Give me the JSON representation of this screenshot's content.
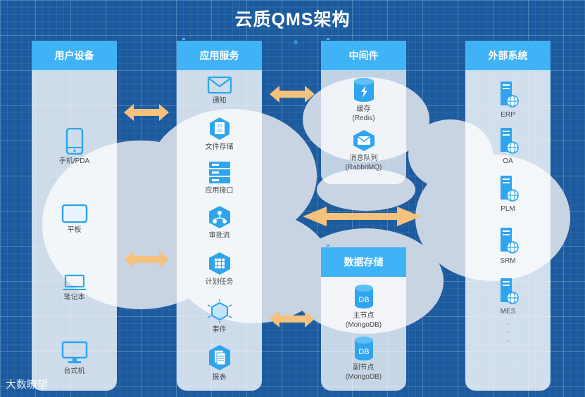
{
  "title": "云质QMS架构",
  "colors": {
    "header": "#3fb3f5",
    "arrow": "#f4c27c",
    "cloud": "#c9d4e3",
    "background": "#1d5b9f"
  },
  "panels": {
    "user_devices": {
      "title": "用户设备",
      "items": [
        {
          "label": "手机/PDA",
          "icon": "phone-icon"
        },
        {
          "label": "平板",
          "icon": "tablet-icon"
        },
        {
          "label": "笔记本",
          "icon": "laptop-icon"
        },
        {
          "label": "台式机",
          "icon": "desktop-icon"
        }
      ]
    },
    "app_services": {
      "title": "应用服务",
      "badge_icon": "docker-icon",
      "items": [
        {
          "label": "通知",
          "icon": "mail-icon"
        },
        {
          "label": "文件存储",
          "icon": "binary-file-icon"
        },
        {
          "label": "应用接口",
          "icon": "server-rack-icon"
        },
        {
          "label": "审批流",
          "icon": "workflow-icon"
        },
        {
          "label": "计划任务",
          "icon": "grid-task-icon"
        },
        {
          "label": "事件",
          "icon": "hexagon-event-icon"
        },
        {
          "label": "报表",
          "icon": "report-icon"
        }
      ]
    },
    "middleware": {
      "title": "中间件",
      "badge_icon": "docker-icon",
      "items": [
        {
          "label": "缓存",
          "sub": "(Redis)",
          "icon": "cache-cylinder-icon"
        },
        {
          "label": "消息队列",
          "sub": "(RabbitMQ)",
          "icon": "message-queue-icon"
        }
      ]
    },
    "data_storage": {
      "title": "数据存储",
      "badge_icon": "docker-icon",
      "items": [
        {
          "label": "主节点",
          "sub": "(MongoDB)",
          "icon": "db-icon"
        },
        {
          "label": "副节点",
          "sub": "(MongoDB)",
          "icon": "db-icon"
        }
      ]
    },
    "external_systems": {
      "title": "外部系统",
      "items": [
        {
          "label": "ERP",
          "icon": "server-globe-icon"
        },
        {
          "label": "OA",
          "icon": "server-globe-icon"
        },
        {
          "label": "PLM",
          "icon": "server-globe-icon"
        },
        {
          "label": "SRM",
          "icon": "server-globe-icon"
        },
        {
          "label": "MES",
          "icon": "server-globe-icon"
        }
      ],
      "ellipsis": "·\n·\n·"
    }
  },
  "arrows": [
    {
      "name": "devices-to-services-top",
      "icon": "double-arrow-icon"
    },
    {
      "name": "devices-to-services-bottom",
      "icon": "double-arrow-icon"
    },
    {
      "name": "services-to-middleware",
      "icon": "double-arrow-icon"
    },
    {
      "name": "services-to-storage",
      "icon": "double-arrow-icon"
    },
    {
      "name": "internal-to-external",
      "icon": "double-arrow-icon"
    }
  ],
  "watermark": "大数瞭望"
}
